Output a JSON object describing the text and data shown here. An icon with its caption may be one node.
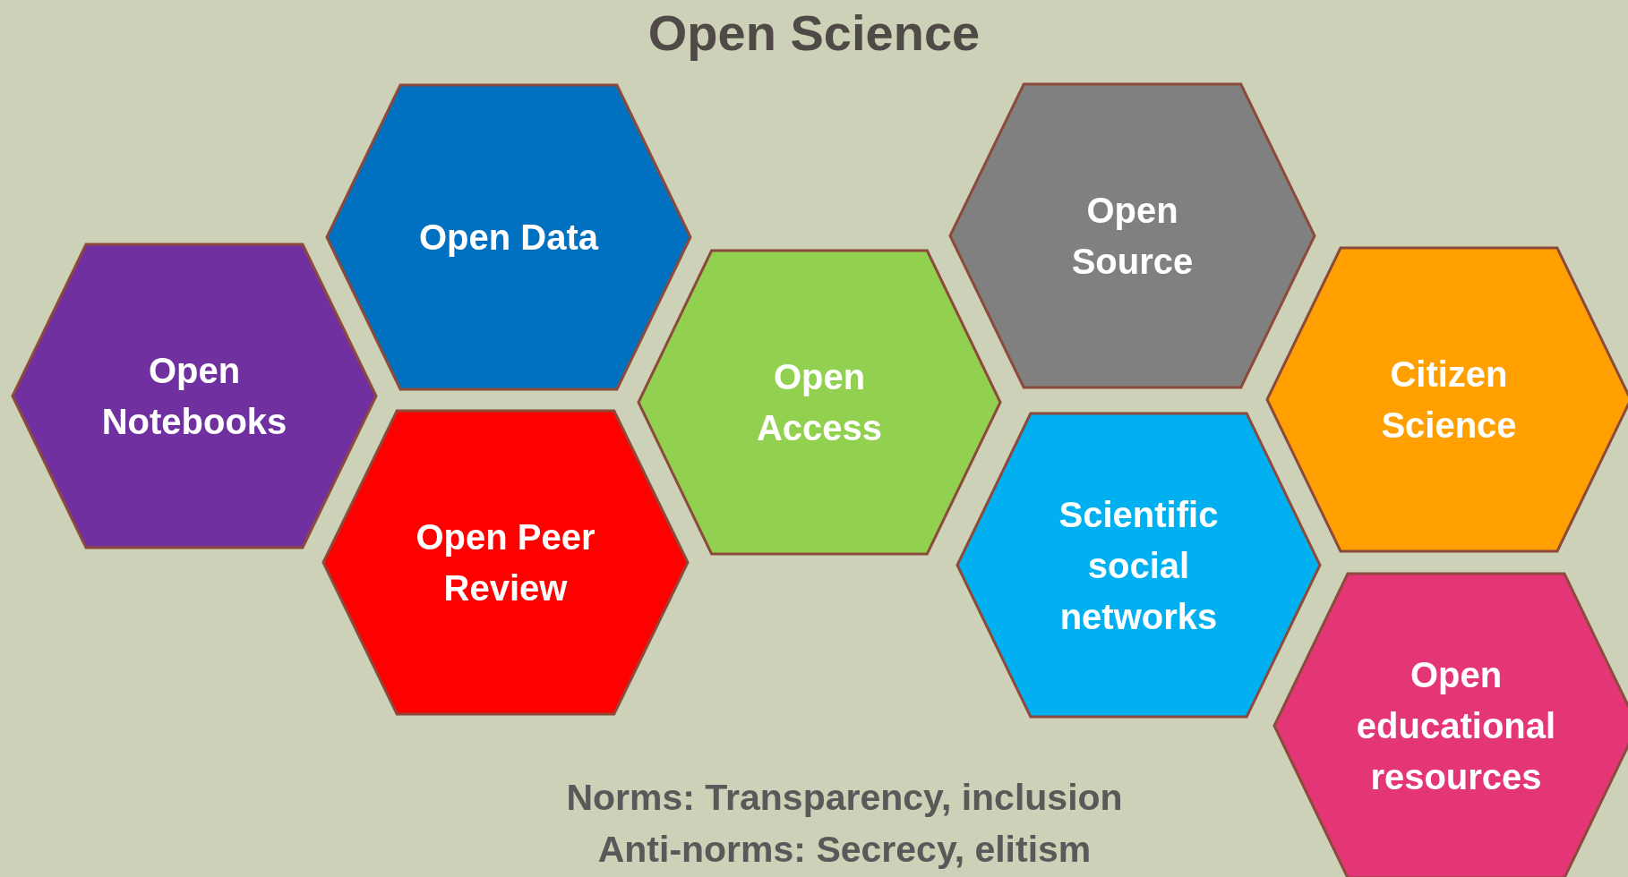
{
  "diagram": {
    "title": "Open Science",
    "nodes": [
      {
        "text": [
          "Open Notebooks"
        ]
      },
      {
        "text": [
          "Open Data"
        ]
      },
      {
        "text": [
          "Open Peer Review"
        ]
      },
      {
        "text": [
          "Open Access"
        ]
      },
      {
        "text": [
          "Open Source"
        ]
      },
      {
        "text": [
          "Scientific social networks"
        ]
      },
      {
        "text": [
          "Citizen Science"
        ]
      },
      {
        "text": [
          "Open educational resources"
        ]
      }
    ],
    "labels": [
      "Norms: Transparency, inclusion",
      "Anti-norms: Secrecy, elitism"
    ]
  }
}
